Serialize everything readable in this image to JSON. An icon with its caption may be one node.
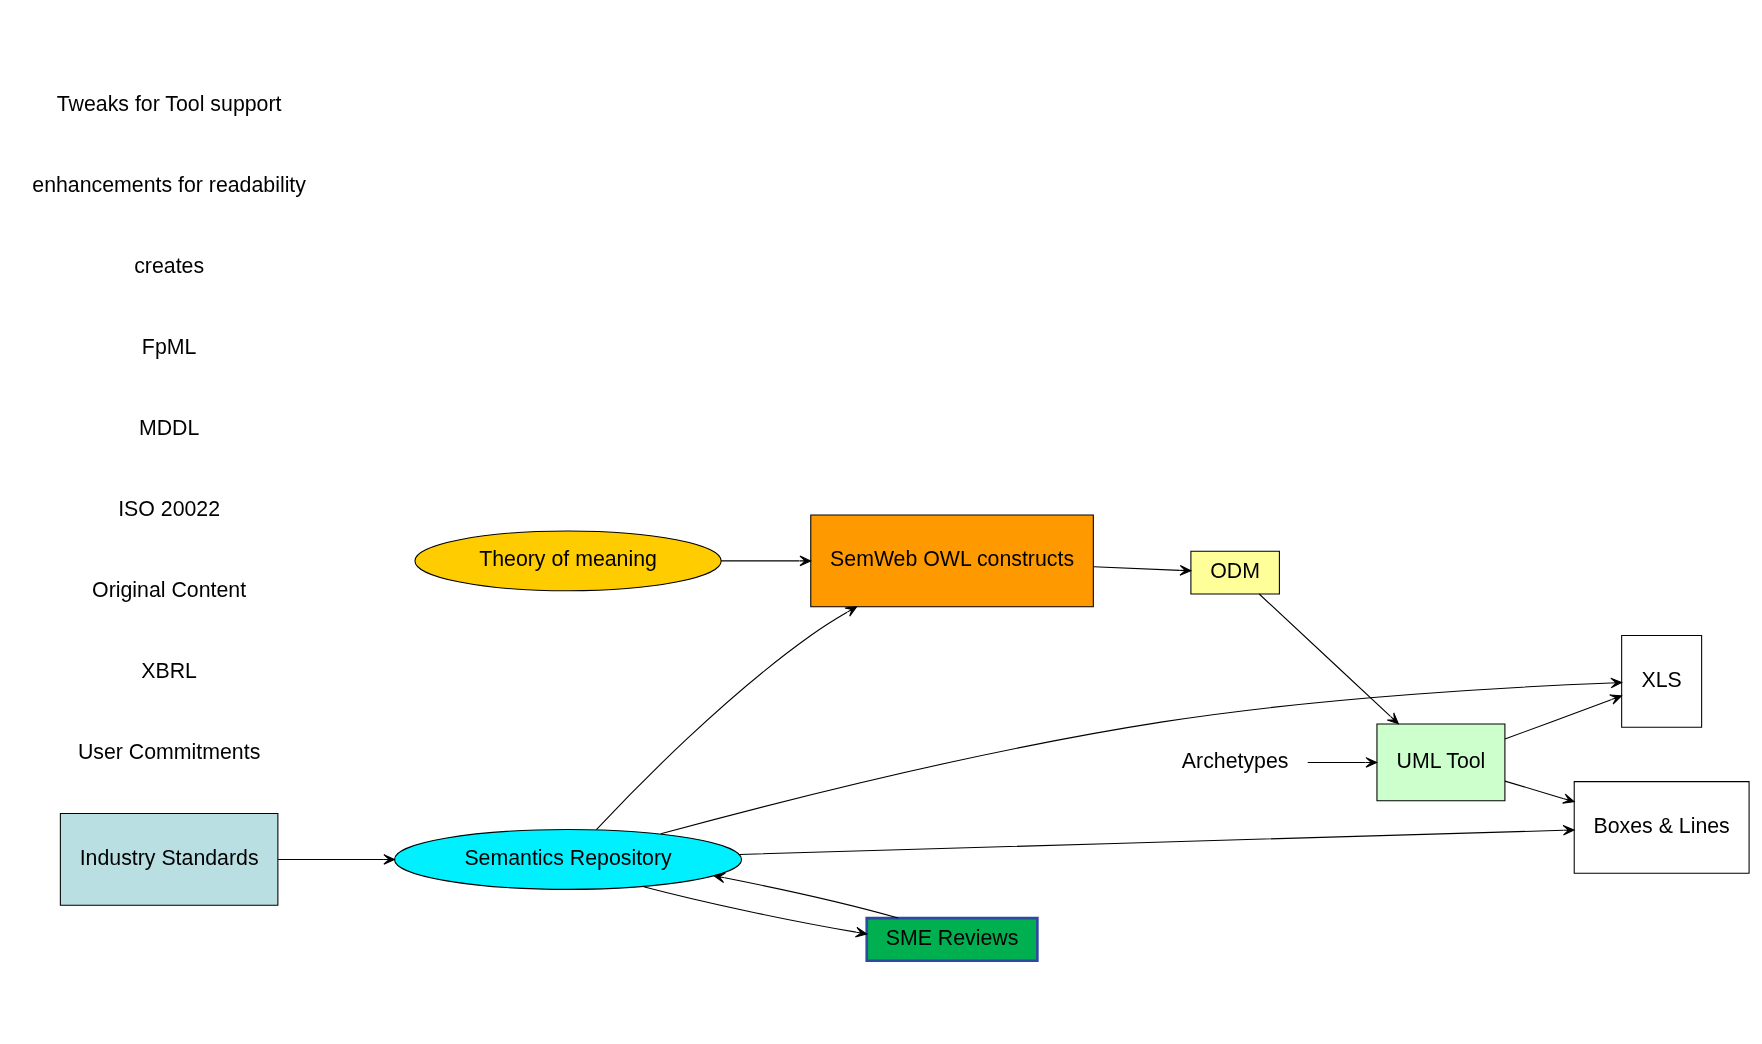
{
  "diagram": {
    "nodes": [
      {
        "text": [
          "Industry Standards"
        ]
      },
      {
        "text": [
          "SME Reviews"
        ]
      },
      {
        "text": [
          "Semantics Repository"
        ]
      },
      {
        "text": [
          "Theory of meaning"
        ]
      },
      {
        "text": [
          "SemWeb OWL constructs"
        ]
      },
      {
        "text": [
          "ODM"
        ]
      },
      {
        "text": [
          "UML Tool"
        ]
      },
      {
        "text": [
          "Boxes & Lines"
        ]
      },
      {
        "text": [
          "XLS"
        ]
      },
      {
        "text": [
          "Archetypes"
        ]
      }
    ],
    "edges": [
      {
        "from": 0,
        "to": 2,
        "arrow": "to"
      },
      {
        "from": 2,
        "to": 1,
        "arrow": "to"
      },
      {
        "from": 1,
        "to": 2,
        "arrow": "to"
      },
      {
        "from": 2,
        "to": 7,
        "arrow": "to"
      },
      {
        "from": 2,
        "to": 8,
        "arrow": "to"
      },
      {
        "from": 2,
        "to": 4,
        "arrow": "to"
      },
      {
        "from": 3,
        "to": 4,
        "arrow": "to"
      },
      {
        "from": 4,
        "to": 5,
        "arrow": "to"
      },
      {
        "from": 5,
        "to": 6,
        "arrow": "to"
      },
      {
        "from": 6,
        "to": 7,
        "arrow": "to"
      },
      {
        "from": 6,
        "to": 8,
        "arrow": "to"
      },
      {
        "from": 9,
        "to": 6,
        "arrow": "to"
      }
    ],
    "labels": [
      "User Commitments",
      "XBRL",
      "Original Content",
      "ISO 20022",
      "MDDL",
      "FpML",
      "creates",
      "enhancements for readability",
      "Tweaks for Tool support"
    ]
  }
}
